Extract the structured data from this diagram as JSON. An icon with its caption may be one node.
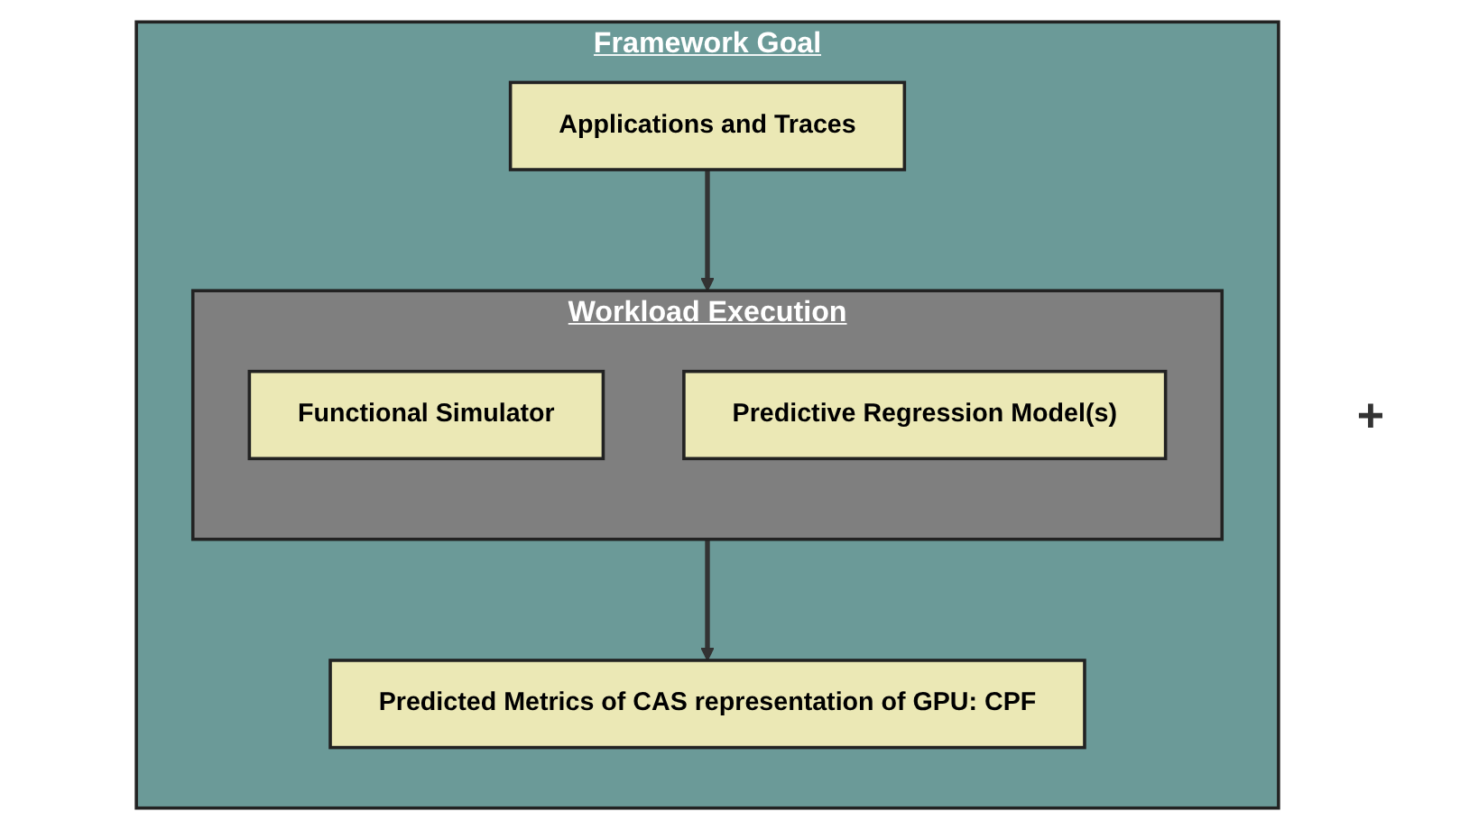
{
  "diagram": {
    "nodes": [
      {
        "text": [
          "Framework Goal"
        ]
      },
      {
        "text": [
          "Applications and Traces"
        ],
        "in": 0
      },
      {
        "text": [
          "Workload Execution"
        ],
        "in": 0
      },
      {
        "text": [
          "Functional Simulator"
        ],
        "in": 2
      },
      {
        "text": [
          "Predictive Regression Model(s)"
        ],
        "in": 2
      },
      {
        "text": [
          "Predicted Metrics of CAS representation of GPU: CPF"
        ],
        "in": 0
      }
    ],
    "edges": [
      {
        "from": 1,
        "to": 2,
        "arrow": "to"
      },
      {
        "from": 2,
        "to": 5,
        "arrow": "to"
      }
    ],
    "labels": [
      "+"
    ]
  }
}
